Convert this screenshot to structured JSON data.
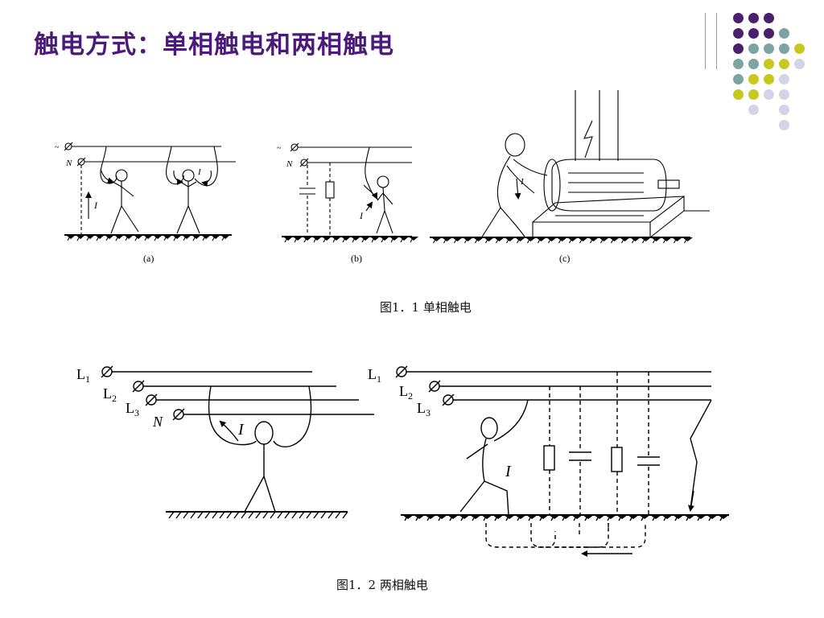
{
  "slide": {
    "title": "触电方式：单相触电和两相触电"
  },
  "figure1": {
    "caption": "图1．1 单相触电",
    "panel_labels": [
      "(a)",
      "(b)",
      "(c)"
    ],
    "tilde_mark": "~",
    "neutral_label": "N",
    "current_label": "I"
  },
  "figure2": {
    "caption": "图1．2 两相触电",
    "left": {
      "lines": [
        {
          "letter": "L",
          "sub": "1"
        },
        {
          "letter": "L",
          "sub": "2"
        },
        {
          "letter": "L",
          "sub": "3"
        },
        {
          "letter": "N",
          "sub": ""
        }
      ],
      "current_label": "I"
    },
    "right": {
      "lines": [
        {
          "letter": "L",
          "sub": "1"
        },
        {
          "letter": "L",
          "sub": "2"
        },
        {
          "letter": "L",
          "sub": "3"
        }
      ],
      "current_label": "I"
    }
  },
  "decoration": {
    "dot_colors": {
      "purple": "#4a1f6e",
      "teal": "#7ea3a3",
      "olive": "#c8c81e",
      "lavender": "#d4d4e6"
    }
  }
}
